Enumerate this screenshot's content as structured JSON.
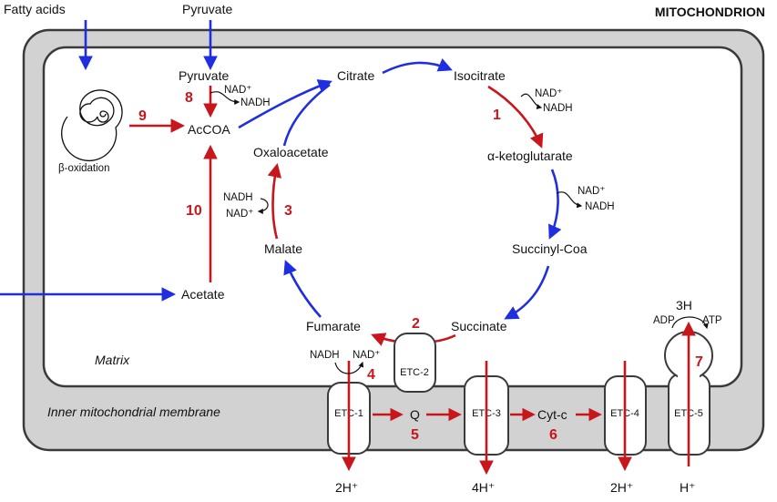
{
  "title": "MITOCHONDRION",
  "colors": {
    "blue": "#1f2fe0",
    "red": "#c8161d",
    "membrane": "#d2d2d2",
    "outline": "#3a3a3a"
  },
  "regions": {
    "matrix": "Matrix",
    "membrane": "Inner mitochondrial membrane"
  },
  "inputs": {
    "fatty_acids": "Fatty acids",
    "pyruvate": "Pyruvate"
  },
  "metabolites": {
    "pyruvate": "Pyruvate",
    "accoa": "AcCOA",
    "beta_oxidation": "β-oxidation",
    "citrate": "Citrate",
    "isocitrate": "Isocitrate",
    "alpha_kg": "α-ketoglutarate",
    "succinyl_coa": "Succinyl-Coa",
    "succinate": "Succinate",
    "fumarate": "Fumarate",
    "malate": "Malate",
    "oxaloacetate": "Oxaloacetate",
    "acetate": "Acetate",
    "q": "Q",
    "cyt_c": "Cyt-c"
  },
  "cofactors": {
    "nad_plus": "NAD⁺",
    "nadh": "NADH",
    "adp": "ADP",
    "atp": "ATP"
  },
  "complexes": [
    "ETC-1",
    "ETC-2",
    "ETC-3",
    "ETC-4",
    "ETC-5"
  ],
  "ions": {
    "etc1_out": "2H⁺",
    "etc3_out": "4H⁺",
    "etc4_out": "2H⁺",
    "etc5_in": "H⁺",
    "etc5_top": "3H"
  },
  "steps": [
    "1",
    "2",
    "3",
    "4",
    "5",
    "6",
    "7",
    "8",
    "9",
    "10"
  ]
}
